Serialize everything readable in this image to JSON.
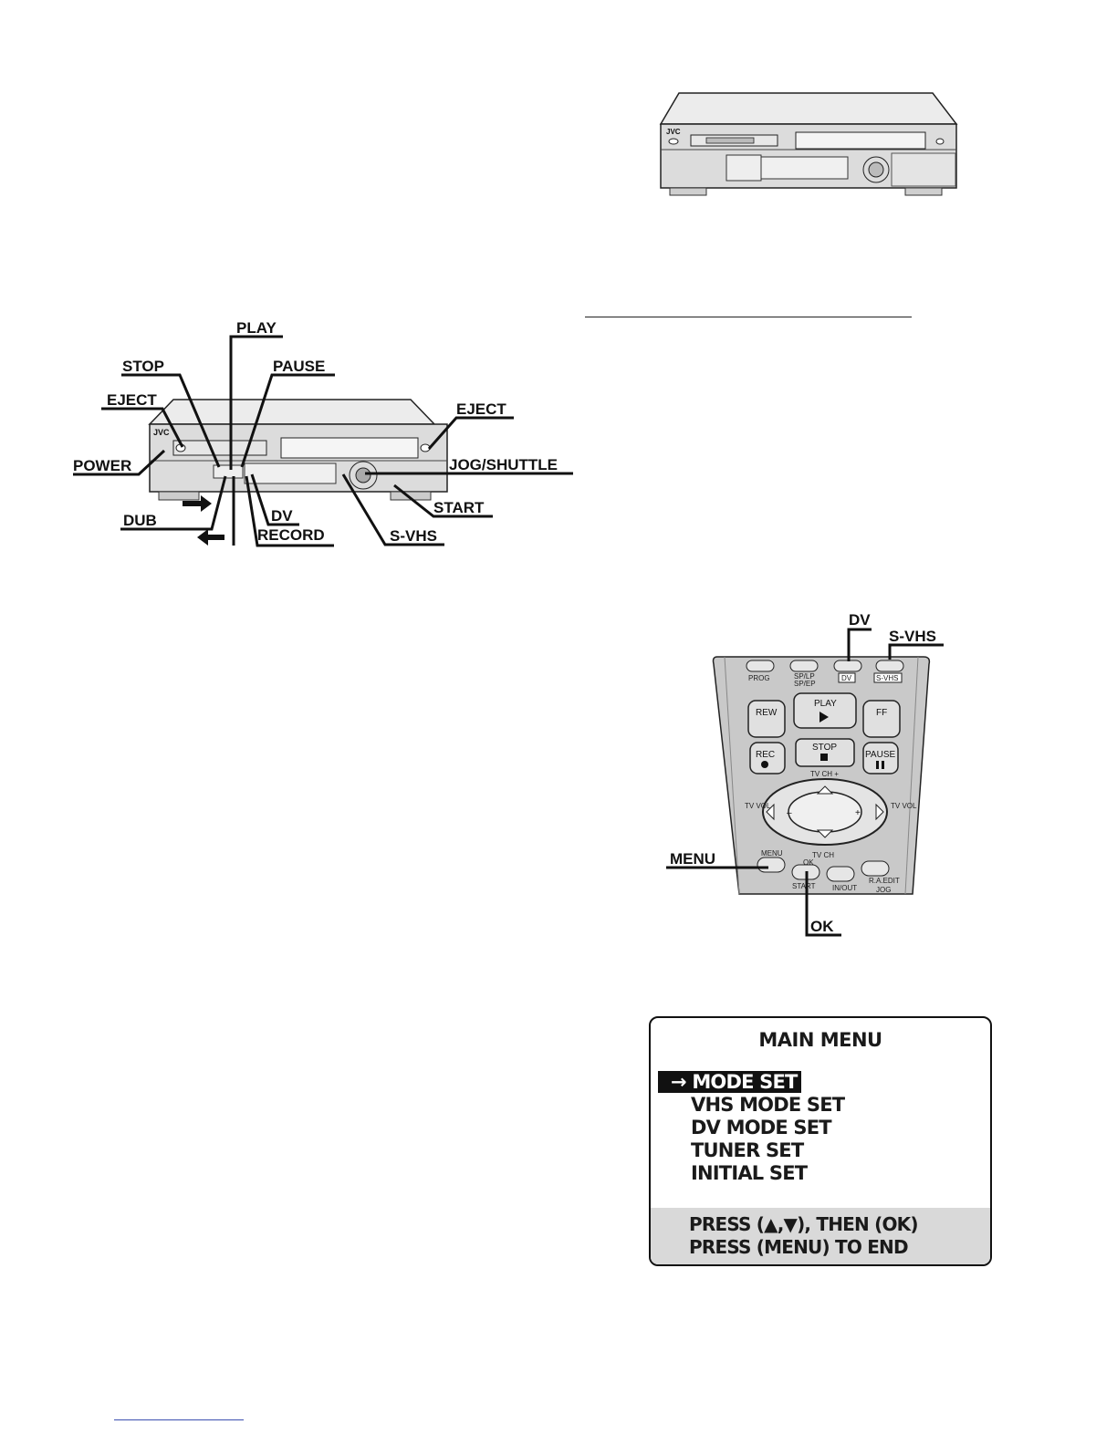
{
  "vcr_diagram": {
    "labels": {
      "play": "PLAY",
      "stop": "STOP",
      "pause": "PAUSE",
      "eject_left": "EJECT",
      "eject_right": "EJECT",
      "power": "POWER",
      "jog_shuttle": "JOG/SHUTTLE",
      "dub": "DUB",
      "dv": "DV",
      "start": "START",
      "record": "RECORD",
      "svhs": "S-VHS"
    },
    "brand": "JVC"
  },
  "remote_diagram": {
    "labels": {
      "dv": "DV",
      "svhs": "S-VHS",
      "menu": "MENU",
      "ok": "OK"
    },
    "buttons": {
      "prog": "PROG",
      "sp_lp": "SP/LP",
      "sp_ep": "SP/EP",
      "dv": "DV",
      "svhs": "S-VHS",
      "rew": "REW",
      "play": "PLAY",
      "ff": "FF",
      "rec": "REC",
      "stop": "STOP",
      "pause": "PAUSE",
      "tv_ch_plus": "TV CH +",
      "tv_vol_minus": "TV VOL",
      "tv_vol_plus": "TV VOL",
      "tv_ch_minus": "TV CH",
      "menu": "MENU",
      "ok": "OK",
      "start": "START",
      "in_out": "IN/OUT",
      "ra_edit": "R.A.EDIT",
      "jog": "JOG"
    }
  },
  "main_menu": {
    "title": "MAIN MENU",
    "items": [
      "MODE SET",
      "VHS MODE SET",
      "DV MODE SET",
      "TUNER SET",
      "INITIAL SET"
    ],
    "selected_marker": "→",
    "hint_1": "PRESS (▲,▼), THEN (OK)",
    "hint_2": "PRESS (MENU) TO END"
  }
}
